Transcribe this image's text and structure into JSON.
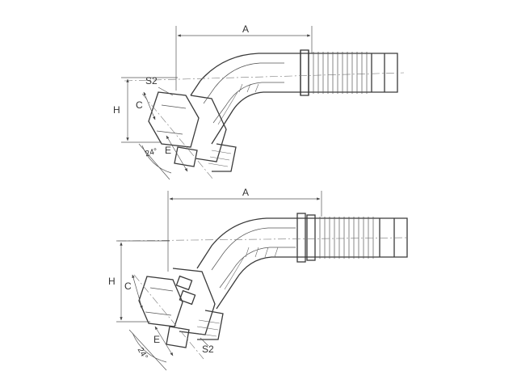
{
  "figure_top": {
    "label_a": "A",
    "label_h": "H",
    "label_c": "C",
    "label_s2": "S2",
    "label_e": "E",
    "label_angle": "24°"
  },
  "figure_bottom": {
    "label_a": "A",
    "label_h": "H",
    "label_c": "C",
    "label_s2": "S2",
    "label_e": "E",
    "label_angle": "24°"
  }
}
